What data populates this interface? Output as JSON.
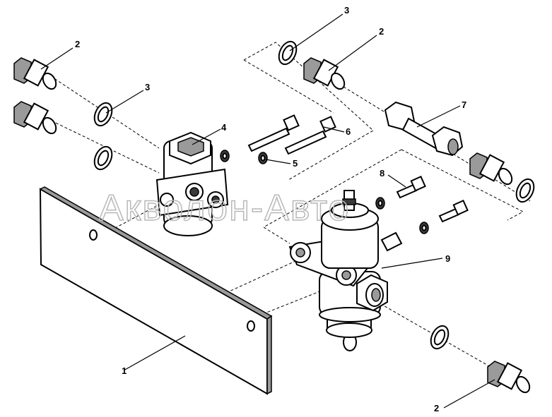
{
  "watermark": "Акволон-Авто",
  "callouts": [
    "1",
    "2",
    "3",
    "4",
    "5",
    "6",
    "7",
    "8",
    "9"
  ]
}
